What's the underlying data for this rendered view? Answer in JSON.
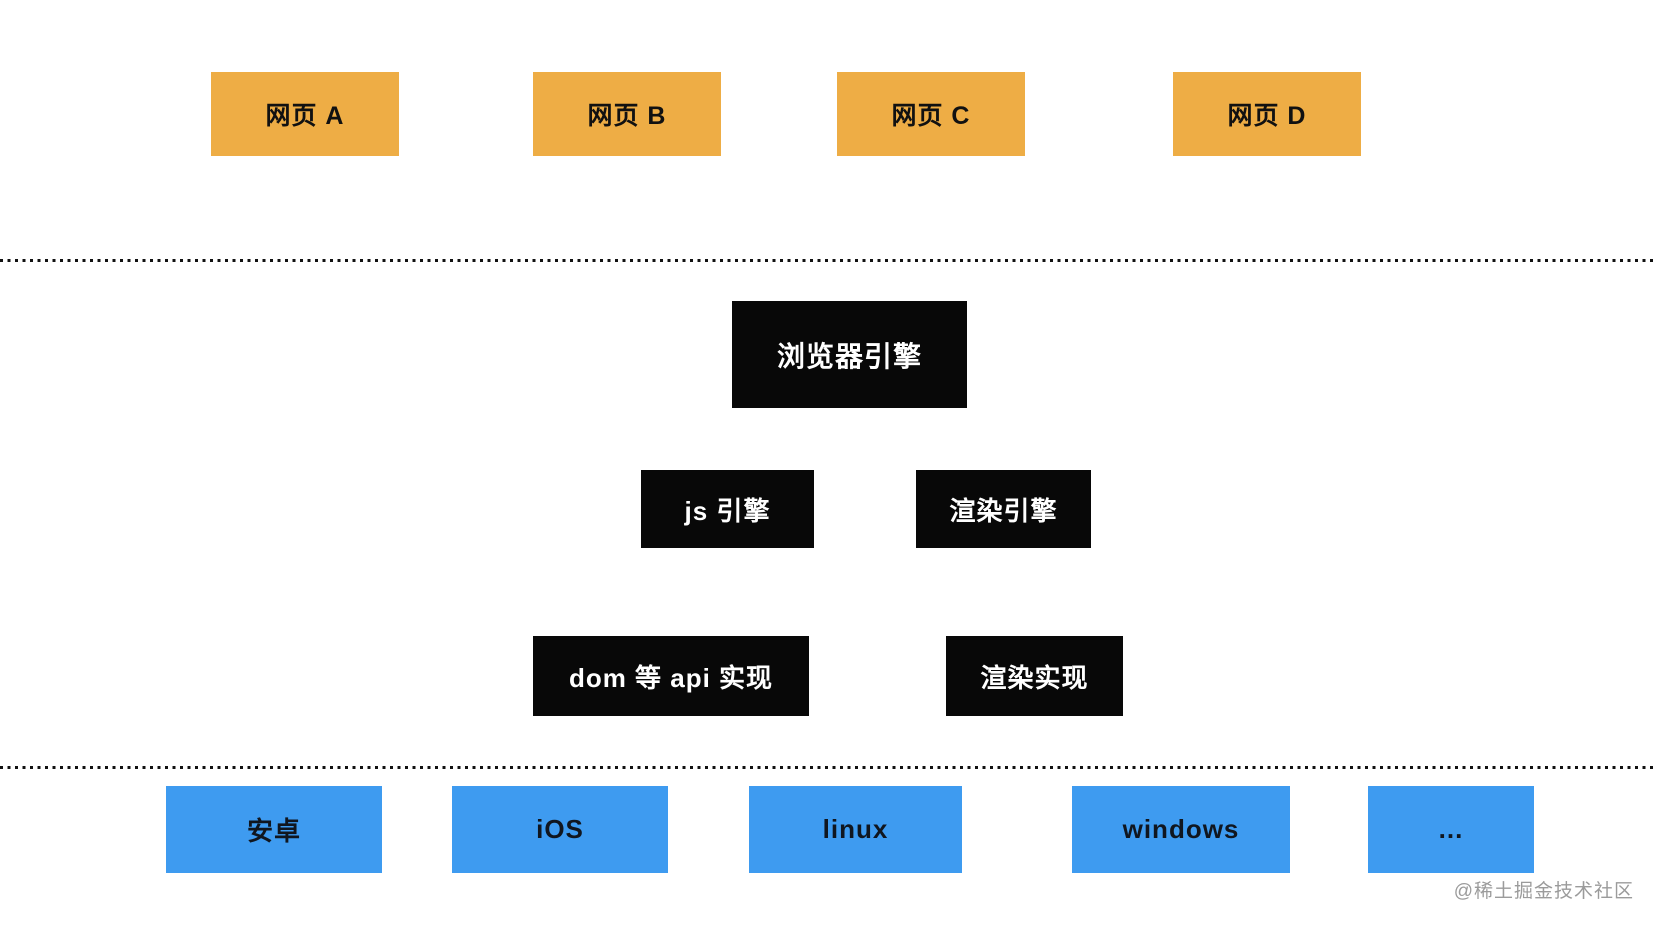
{
  "diagram": {
    "title_implicit": "browser architecture layers",
    "webpages": [
      {
        "label": "网页 A"
      },
      {
        "label": "网页 B"
      },
      {
        "label": "网页 C"
      },
      {
        "label": "网页 D"
      }
    ],
    "browser_engine": {
      "label": "浏览器引擎"
    },
    "sub_engines": [
      {
        "label": "js 引擎"
      },
      {
        "label": "渲染引擎"
      }
    ],
    "implementations": [
      {
        "label": "dom 等 api 实现"
      },
      {
        "label": "渲染实现"
      }
    ],
    "platforms": [
      {
        "label": "安卓"
      },
      {
        "label": "iOS"
      },
      {
        "label": "linux"
      },
      {
        "label": "windows"
      },
      {
        "label": "..."
      }
    ],
    "watermark": "@稀土掘金技术社区",
    "colors": {
      "webpage_box": "#eead45",
      "engine_box": "#080808",
      "platform_box": "#3e9bf0",
      "dotted_separator": "#111111",
      "watermark_text": "#9b9b9b",
      "background": "#ffffff"
    }
  }
}
